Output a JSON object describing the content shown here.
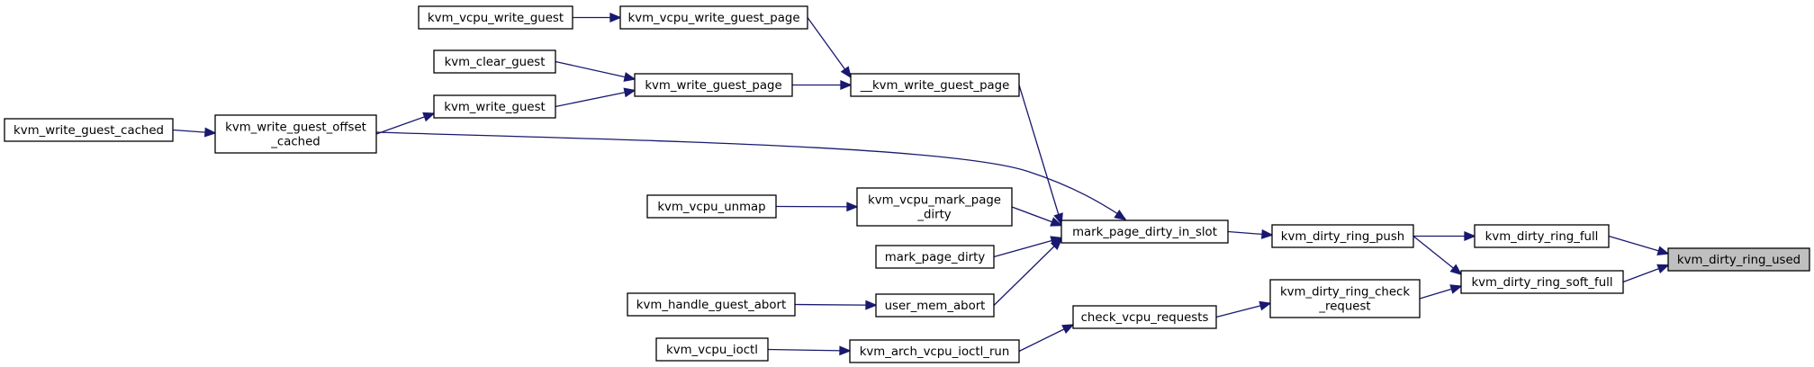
{
  "diagram": {
    "kind": "caller-graph",
    "colors": {
      "edge": "#191970",
      "root_fill": "#bfbfbf",
      "node_fill": "#ffffff",
      "border": "#000000"
    },
    "nodes": [
      {
        "id": "used",
        "lines": [
          "kvm_dirty_ring_used"
        ],
        "root": true
      },
      {
        "id": "full",
        "lines": [
          "kvm_dirty_ring_full"
        ]
      },
      {
        "id": "soft_full",
        "lines": [
          "kvm_dirty_ring_soft_full"
        ]
      },
      {
        "id": "push",
        "lines": [
          "kvm_dirty_ring_push"
        ]
      },
      {
        "id": "check_req",
        "lines": [
          "kvm_dirty_ring_check",
          "_request"
        ]
      },
      {
        "id": "mpdis",
        "lines": [
          "mark_page_dirty_in_slot"
        ]
      },
      {
        "id": "cvr",
        "lines": [
          "check_vcpu_requests"
        ]
      },
      {
        "id": "__kwgp",
        "lines": [
          "__kvm_write_guest_page"
        ]
      },
      {
        "id": "kvmpd",
        "lines": [
          "kvm_vcpu_mark_page",
          "_dirty"
        ]
      },
      {
        "id": "mpd",
        "lines": [
          "mark_page_dirty"
        ]
      },
      {
        "id": "uma",
        "lines": [
          "user_mem_abort"
        ]
      },
      {
        "id": "kavir",
        "lines": [
          "kvm_arch_vcpu_ioctl_run"
        ]
      },
      {
        "id": "kvwgp",
        "lines": [
          "kvm_vcpu_write_guest_page"
        ]
      },
      {
        "id": "kwgp",
        "lines": [
          "kvm_write_guest_page"
        ]
      },
      {
        "id": "kvwg",
        "lines": [
          "kvm_vcpu_write_guest"
        ]
      },
      {
        "id": "kcg",
        "lines": [
          "kvm_clear_guest"
        ]
      },
      {
        "id": "kwg",
        "lines": [
          "kvm_write_guest"
        ]
      },
      {
        "id": "kwgoc",
        "lines": [
          "kvm_write_guest_offset",
          "_cached"
        ]
      },
      {
        "id": "kvu",
        "lines": [
          "kvm_vcpu_unmap"
        ]
      },
      {
        "id": "khga",
        "lines": [
          "kvm_handle_guest_abort"
        ]
      },
      {
        "id": "kvi",
        "lines": [
          "kvm_vcpu_ioctl"
        ]
      },
      {
        "id": "kwgc",
        "lines": [
          "kvm_write_guest_cached"
        ]
      }
    ],
    "edges": [
      {
        "from": "full",
        "to": "used"
      },
      {
        "from": "soft_full",
        "to": "used"
      },
      {
        "from": "push",
        "to": "full"
      },
      {
        "from": "push",
        "to": "soft_full"
      },
      {
        "from": "check_req",
        "to": "soft_full"
      },
      {
        "from": "mpdis",
        "to": "push"
      },
      {
        "from": "cvr",
        "to": "check_req"
      },
      {
        "from": "__kwgp",
        "to": "mpdis"
      },
      {
        "from": "kvmpd",
        "to": "mpdis"
      },
      {
        "from": "mpd",
        "to": "mpdis"
      },
      {
        "from": "uma",
        "to": "mpdis"
      },
      {
        "from": "kwgoc",
        "to": "mpdis"
      },
      {
        "from": "kavir",
        "to": "cvr"
      },
      {
        "from": "kvwgp",
        "to": "__kwgp"
      },
      {
        "from": "kwgp",
        "to": "__kwgp"
      },
      {
        "from": "kvu",
        "to": "kvmpd"
      },
      {
        "from": "khga",
        "to": "uma"
      },
      {
        "from": "kvi",
        "to": "kavir"
      },
      {
        "from": "kvwg",
        "to": "kvwgp"
      },
      {
        "from": "kcg",
        "to": "kwgp"
      },
      {
        "from": "kwg",
        "to": "kwgp"
      },
      {
        "from": "kwgoc",
        "to": "kwg"
      },
      {
        "from": "kwgc",
        "to": "kwgoc"
      }
    ]
  }
}
